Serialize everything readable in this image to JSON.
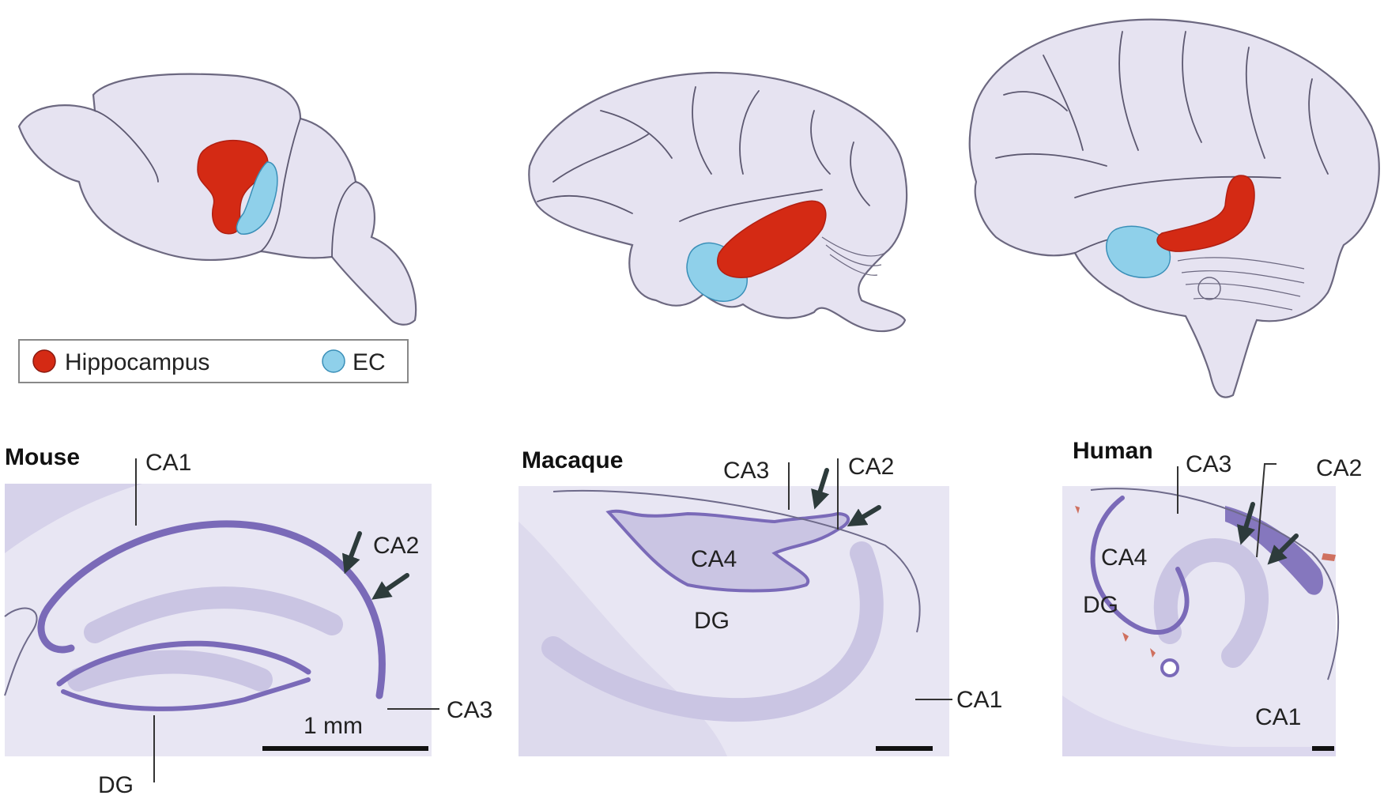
{
  "legend": {
    "items": [
      {
        "label": "Hippocampus",
        "color": "#d42a14"
      },
      {
        "label": "EC",
        "color": "#8fd0ea"
      }
    ]
  },
  "species": [
    {
      "title": "Mouse",
      "labels": {
        "ca1": "CA1",
        "ca2": "CA2",
        "ca3": "CA3",
        "dg": "DG"
      },
      "scale_label": "1 mm"
    },
    {
      "title": "Macaque",
      "labels": {
        "ca1": "CA1",
        "ca2": "CA2",
        "ca3": "CA3",
        "ca4": "CA4",
        "dg": "DG"
      }
    },
    {
      "title": "Human",
      "labels": {
        "ca1": "CA1",
        "ca2": "CA2",
        "ca3": "CA3",
        "ca4": "CA4",
        "dg": "DG"
      }
    }
  ],
  "colors": {
    "hippocampus": "#d42a14",
    "ec": "#8fd0ea",
    "brain_fill": "#e6e3f1",
    "section_bg": "#e8e6f3",
    "cell_layer": "#7a6ab8"
  }
}
